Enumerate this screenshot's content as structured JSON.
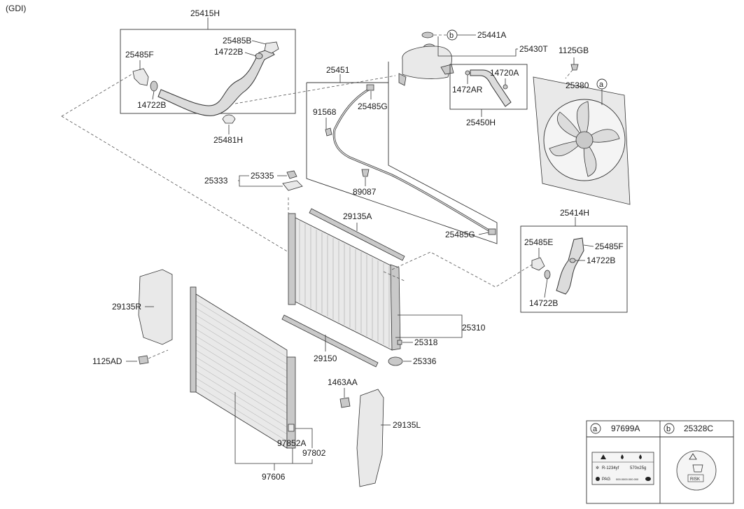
{
  "header": {
    "variant": "(GDI)"
  },
  "labels": {
    "p25415H": "25415H",
    "p25485B": "25485B",
    "p14722B_top": "14722B",
    "p25485F_top": "25485F",
    "p14722B_topleft": "14722B",
    "p25481H": "25481H",
    "p25441A": "25441A",
    "p25430T": "25430T",
    "p1125GB": "1125GB",
    "p14720A": "14720A",
    "p1472AR": "1472AR",
    "p25450H": "25450H",
    "p25451": "25451",
    "p91568": "91568",
    "p25485G_top": "25485G",
    "p25380": "25380",
    "p89087": "89087",
    "p25333": "25333",
    "p25335": "25335",
    "p29135A": "29135A",
    "p25485G_bottom": "25485G",
    "p25414H": "25414H",
    "p25485E": "25485E",
    "p25485F_right": "25485F",
    "p14722B_right": "14722B",
    "p14722B_rightbottom": "14722B",
    "p29135R": "29135R",
    "p25310": "25310",
    "p25318": "25318",
    "p29150": "29150",
    "p25336": "25336",
    "p1125AD": "1125AD",
    "p1463AA": "1463AA",
    "p29135L": "29135L",
    "p97852A": "97852A",
    "p97802": "97802",
    "p97606": "97606"
  },
  "callouts": {
    "a": "a",
    "b": "b"
  },
  "legend": {
    "cell_a": {
      "letter": "a",
      "part": "97699A"
    },
    "cell_b": {
      "letter": "b",
      "part": "25328C"
    },
    "label_a": {
      "refrigerant": "R-1234yf",
      "amount": "570±25g",
      "oil": "PAG",
      "code": "000.0000.000.000"
    },
    "label_b": {
      "text": "RISK"
    }
  }
}
